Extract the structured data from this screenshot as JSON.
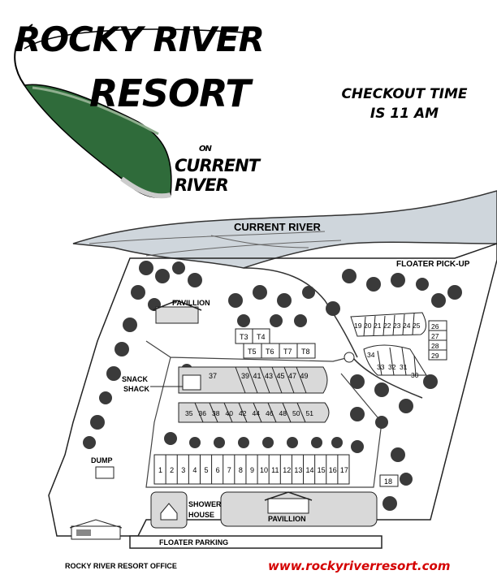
{
  "logo": {
    "line1": "ROCKY RIVER",
    "line2": "RESORT",
    "on": "ON",
    "river": "CURRENT RIVER"
  },
  "checkout": {
    "line1": "CHECKOUT TIME",
    "line2": "IS 11 AM"
  },
  "map": {
    "river_label": "CURRENT RIVER",
    "floater_pickup": "FLOATER PICK-UP",
    "pavillion_top": "PAVILLION",
    "pavillion_bottom": "PAVILLION",
    "snack_shack": [
      "SNACK",
      "SHACK"
    ],
    "dump": "DUMP",
    "shower_house": [
      "SHOWER",
      "HOUSE"
    ],
    "floater_parking": "FLOATER PARKING",
    "office": "ROCKY RIVER RESORT OFFICE",
    "tent_sites_top": [
      "T3",
      "T4"
    ],
    "tent_sites_bottom": [
      "T5",
      "T6",
      "T7",
      "T8"
    ],
    "row_upper": [
      "37",
      "39",
      "41",
      "43",
      "45",
      "47",
      "49"
    ],
    "row_middle": [
      "35",
      "36",
      "38",
      "40",
      "42",
      "44",
      "46",
      "48",
      "50",
      "51"
    ],
    "row_bottom": [
      "1",
      "2",
      "3",
      "4",
      "5",
      "6",
      "7",
      "8",
      "9",
      "10",
      "11",
      "12",
      "13",
      "14",
      "15",
      "16",
      "17"
    ],
    "site_18": "18",
    "ne_row": [
      "19",
      "20",
      "21",
      "22",
      "23",
      "24",
      "25"
    ],
    "east_column": [
      "26",
      "27",
      "28",
      "29"
    ],
    "east_mid": [
      "34",
      "33",
      "32",
      "31",
      "30"
    ]
  },
  "website": "www.rockyriverresort.com",
  "colors": {
    "canoe": "#2f6b3a",
    "url": "#d40000",
    "water": "#cfd6dc",
    "pad": "#d9d9d9",
    "tree": "#3a3a3a"
  }
}
